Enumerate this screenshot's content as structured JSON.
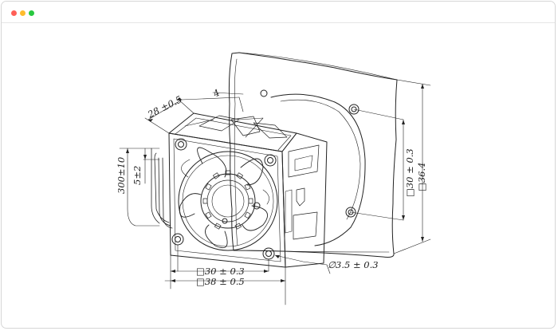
{
  "window": {
    "controls": [
      {
        "name": "close",
        "color": "#ff5f57"
      },
      {
        "name": "minimize",
        "color": "#febc2e"
      },
      {
        "name": "maximize",
        "color": "#28c840"
      }
    ]
  },
  "drawing": {
    "dimensions": {
      "depth": "28 ±0.5",
      "offset": "4",
      "lead_length": "300±10",
      "lead_strip": "5±2",
      "hole_spacing_side": "□30 ± 0.3",
      "body_side": "□36.4",
      "hole_spacing_front": "□30 ± 0.3",
      "frame_front": "□38 ± 0.5",
      "hole_diameter": "∅3.5 ± 0.3"
    }
  }
}
